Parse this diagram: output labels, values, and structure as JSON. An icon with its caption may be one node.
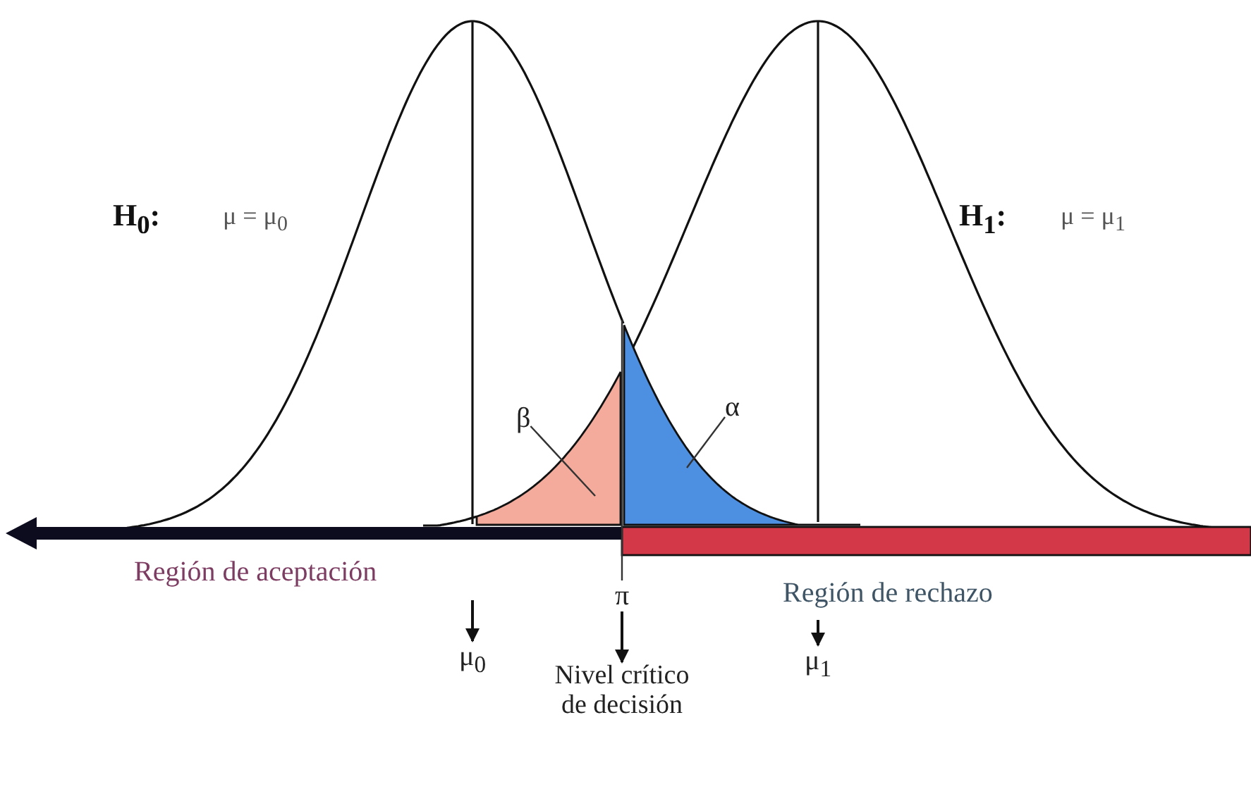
{
  "diagram": {
    "nodes": [
      {
        "text": [
          "μ$_{0}$"
        ]
      },
      {
        "text": [
          "μ$_{1}$"
        ]
      },
      {
        "text": [
          "π"
        ]
      },
      {
        "text": [
          "Nivel crítico de decisión"
        ]
      },
      {
        "text": [
          "β"
        ]
      },
      {
        "text": [],
        "shape": "area"
      },
      {
        "text": [
          "α"
        ]
      },
      {
        "text": [],
        "shape": "area"
      },
      {
        "text": [],
        "shape": "bar"
      }
    ],
    "edges": [
      {
        "from": null,
        "to": 0,
        "arrow": "to"
      },
      {
        "from": null,
        "to": 1,
        "arrow": "to"
      },
      {
        "from": 2,
        "to": 3,
        "arrow": "to"
      },
      {
        "from": 4,
        "to": 5,
        "arrow": "none"
      },
      {
        "from": 6,
        "to": 7,
        "arrow": "none"
      },
      {
        "from": 7,
        "to": 2,
        "arrow": "none"
      }
    ],
    "labels": [
      "H$_{0}$:",
      "μ = μ$_{0}$",
      "H$_{1}$:",
      "μ = μ$_{1}$",
      "Región de aceptación",
      "Región de rechazo"
    ]
  }
}
